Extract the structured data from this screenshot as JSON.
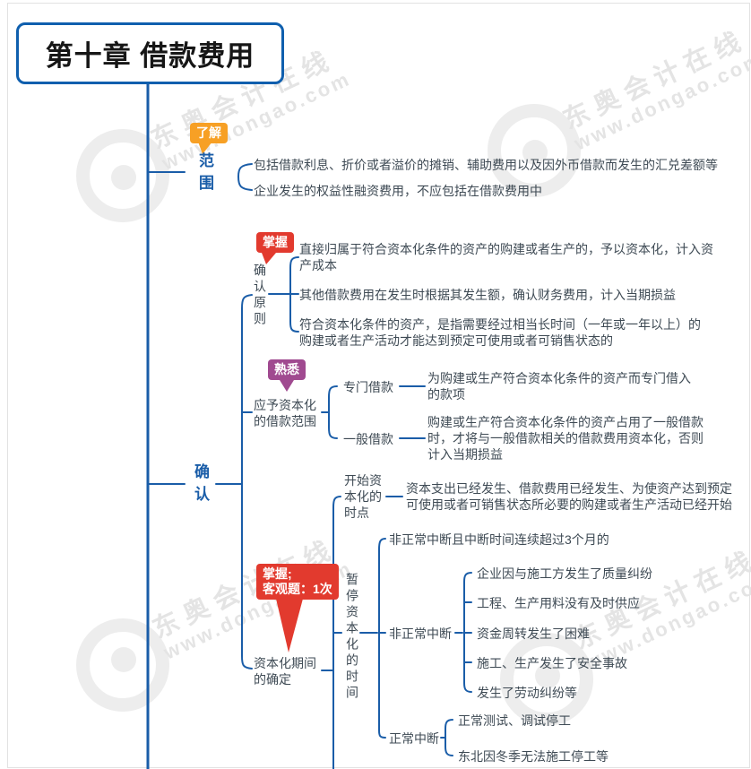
{
  "title": "第十章 借款费用",
  "watermark": {
    "brand": "东奥会计在线",
    "url": "www.dongao.com"
  },
  "colors": {
    "line_blue": "#1a5da8",
    "text_dark": "#3e4a54",
    "tag_orange": "#f7a025",
    "tag_red": "#e23a2e",
    "tag_purple": "#a04a90"
  },
  "scope": {
    "tag": "了解",
    "label": "范围",
    "items": [
      "包括借款利息、折价或者溢价的摊销、辅助费用以及因外币借款而发生的汇兑差额等",
      "企业发生的权益性融资费用，不应包括在借款费用中"
    ]
  },
  "confirm": {
    "label": "确认",
    "principle": {
      "tag": "掌握",
      "label": "确认原则",
      "items": [
        "直接归属于符合资本化条件的资产的购建或者生产的，予以资本化，计入资产成本",
        "其他借款费用在发生时根据其发生额，确认财务费用，计入当期损益",
        "符合资本化条件的资产，是指需要经过相当长时间（一年或一年以上）的购建或者生产活动才能达到预定可使用或者可销售状态的"
      ]
    },
    "capitalize_scope": {
      "tag": "熟悉",
      "label": "应予资本化的借款范围",
      "special": {
        "label": "专门借款",
        "desc": "为购建或生产符合资本化条件的资产而专门借入的款项"
      },
      "general": {
        "label": "一般借款",
        "desc": "购建或生产符合资本化条件的资产占用了一般借款时，才将与一般借款相关的借款费用资本化，否则计入当期损益"
      }
    },
    "period": {
      "tag_line1": "掌握;",
      "tag_line2": "客观题：1次",
      "label": "资本化期间的确定",
      "start": {
        "label": "开始资本化的时点",
        "desc": "资本支出已经发生、借款费用已经发生、为使资产达到预定可使用或者可销售状态所必要的购建或者生产活动已经开始"
      },
      "suspend": {
        "label": "暂停资本化的时间",
        "condition": "非正常中断且中断时间连续超过3个月的",
        "abnormal": {
          "label": "非正常中断",
          "items": [
            "企业因与施工方发生了质量纠纷",
            "工程、生产用料没有及时供应",
            "资金周转发生了困难",
            "施工、生产发生了安全事故",
            "发生了劳动纠纷等"
          ]
        },
        "normal": {
          "label": "正常中断",
          "items": [
            "正常测试、调试停工",
            "东北因冬季无法施工停工等"
          ]
        }
      }
    }
  }
}
